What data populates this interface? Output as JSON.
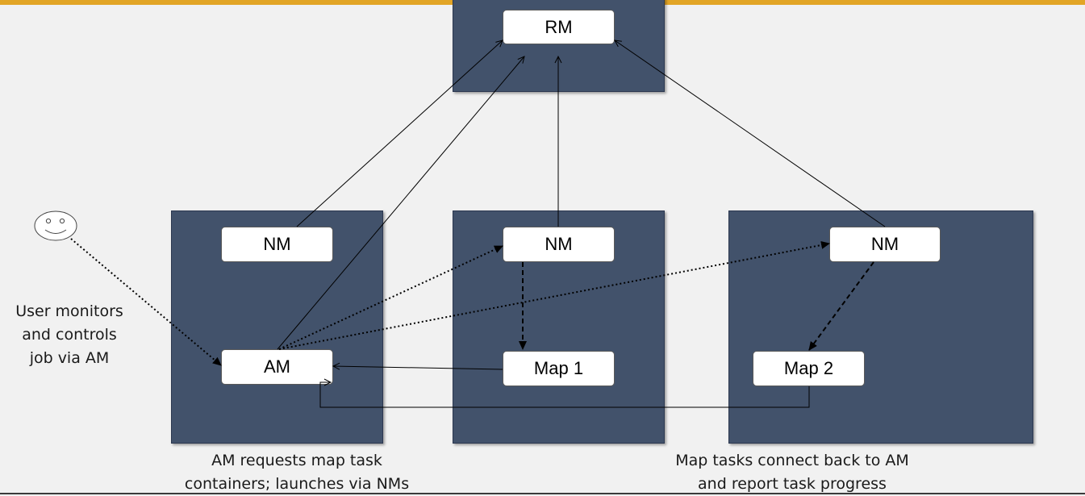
{
  "nodes": {
    "rm": {
      "label": "RM"
    },
    "nm1": {
      "label": "NM"
    },
    "nm2": {
      "label": "NM"
    },
    "nm3": {
      "label": "NM"
    },
    "am": {
      "label": "AM"
    },
    "map1": {
      "label": "Map 1"
    },
    "map2": {
      "label": "Map 2"
    }
  },
  "captions": {
    "user": [
      "User monitors",
      "and controls",
      "job via AM"
    ],
    "am_requests": [
      "AM requests map task",
      "containers; launches via NMs"
    ],
    "map_tasks": [
      "Map tasks connect back to AM",
      "and report task progress"
    ]
  },
  "icons": {
    "user": "smiley-face-icon"
  },
  "colors": {
    "accent_bar": "#e2a526",
    "node_fill": "#42526b",
    "box_fill": "#ffffff"
  }
}
